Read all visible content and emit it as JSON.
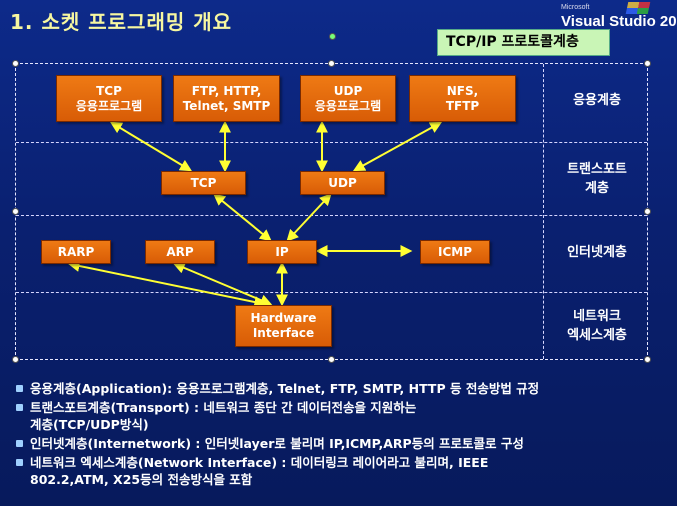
{
  "slide": {
    "title": "1. 소켓 프로그래밍 개요",
    "logo": {
      "small": "Microsoft",
      "main": "Visual Studio 20"
    },
    "stack_label": "TCP/IP 프로토콜계층"
  },
  "layers": [
    {
      "line1": "응용계층",
      "line2": ""
    },
    {
      "line1": "트랜스포트",
      "line2": "계층"
    },
    {
      "line1": "인터넷계층",
      "line2": ""
    },
    {
      "line1": "네트워크",
      "line2": "엑세스계층"
    }
  ],
  "boxes": {
    "tcp_app": {
      "line1": "TCP",
      "line2": "응용프로그램"
    },
    "ftp": {
      "line1": "FTP, HTTP,",
      "line2": "Telnet, SMTP"
    },
    "udp_app": {
      "line1": "UDP",
      "line2": "응용프로그램"
    },
    "nfs": {
      "line1": "NFS,",
      "line2": "TFTP"
    },
    "tcp": {
      "line1": "TCP"
    },
    "udp": {
      "line1": "UDP"
    },
    "rarp": {
      "line1": "RARP"
    },
    "arp": {
      "line1": "ARP"
    },
    "ip": {
      "line1": "IP"
    },
    "icmp": {
      "line1": "ICMP"
    },
    "hw": {
      "line1": "Hardware",
      "line2": "Interface"
    }
  },
  "bullets": [
    {
      "lines": [
        "응용계층(Application): 응용프로그램계층, Telnet, FTP, SMTP,  HTTP 등 전송방법 규정"
      ]
    },
    {
      "lines": [
        "트랜스포트계층(Transport) : 네트워크 종단 간 데이터전송을 지원하는",
        "계층(TCP/UDP방식)"
      ]
    },
    {
      "lines": [
        "인터넷계층(Internetwork) : 인터넷layer로 불리며 IP,ICMP,ARP등의 프로토콜로 구성"
      ]
    },
    {
      "lines": [
        "네트워크 엑세스계층(Network Interface) : 데이터링크 레이어라고 불리며, IEEE",
        "802.2,ATM, X25등의 전송방식을 포함"
      ]
    }
  ],
  "colors": {
    "box": "#e86b0c",
    "arrow": "#ffff33",
    "label_bg": "#c9f5b6",
    "background": "#0a2070"
  }
}
